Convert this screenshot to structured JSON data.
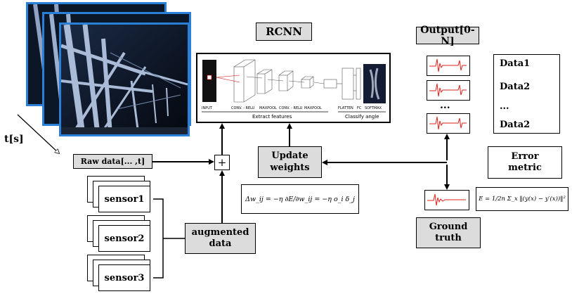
{
  "rcnn": {
    "title": "RCNN"
  },
  "cnn": {
    "layers": [
      "INPUT",
      "CONV. - RELU",
      "MAXPOOL",
      "CONV. - RELU",
      "MAXPOOL",
      "FLATTEN",
      "FC",
      "SOFTMAX"
    ],
    "groups": [
      "Extract features",
      "Classify angle"
    ]
  },
  "output": {
    "title": "Output[0-N]",
    "ellipsis": "..."
  },
  "data_list": [
    "Data1",
    "Data2",
    "...",
    "Data2"
  ],
  "time_label": "t[s]",
  "raw_data": "Raw data[... ,t]",
  "sum_symbol": "+",
  "update": {
    "line1": "Update",
    "line2": "weights"
  },
  "error": {
    "line1": "Error",
    "line2": "metric"
  },
  "sensors": [
    "sensor1",
    "sensor2",
    "sensor3"
  ],
  "augmented": {
    "line1": "augmented",
    "line2": "data"
  },
  "ground": {
    "line1": "Ground",
    "line2": "truth"
  },
  "formulas": {
    "update": "Δw_ij = −η ∂E/∂w_ij = −η o_i δ_j",
    "error": "E = 1/2n Σ_x ‖(y(x) − y′(x))‖²"
  },
  "colors": {
    "photo_border": "#2a7fd6",
    "signal": "#e0201b",
    "box_fill": "#dcdcdc"
  }
}
